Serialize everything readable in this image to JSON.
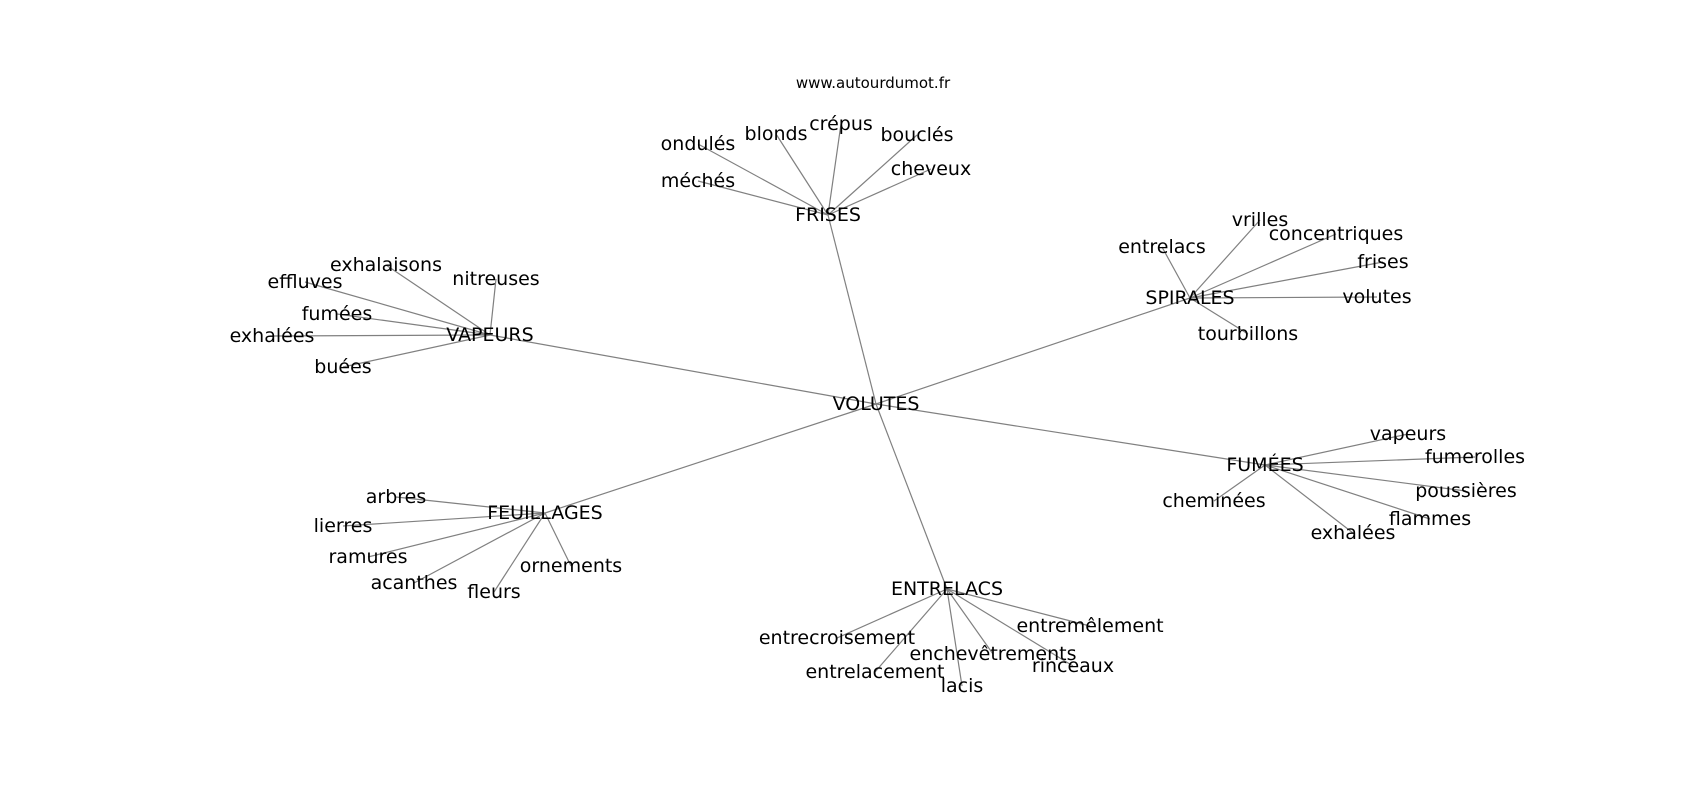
{
  "source": "www.autourdumot.fr",
  "center": "VOLUTES",
  "groups": [
    {
      "label": "FRISES",
      "words": [
        "ondulés",
        "blonds",
        "crépus",
        "bouclés",
        "cheveux",
        "méchés"
      ]
    },
    {
      "label": "SPIRALES",
      "words": [
        "entrelacs",
        "vrilles",
        "concentriques",
        "frises",
        "volutes",
        "tourbillons"
      ]
    },
    {
      "label": "VAPEURS",
      "words": [
        "exhalaisons",
        "nitreuses",
        "effluves",
        "fumées",
        "exhalées",
        "buées"
      ]
    },
    {
      "label": "FUMÉES",
      "words": [
        "vapeurs",
        "fumerolles",
        "poussières",
        "flammes",
        "exhalées",
        "cheminées"
      ]
    },
    {
      "label": "FEUILLAGES",
      "words": [
        "arbres",
        "lierres",
        "ramures",
        "acanthes",
        "fleurs",
        "ornements"
      ]
    },
    {
      "label": "ENTRELACS",
      "words": [
        "entremêlement",
        "entrecroisement",
        "enchevêtrements",
        "rinceaux",
        "entrelacement",
        "lacis"
      ]
    }
  ]
}
